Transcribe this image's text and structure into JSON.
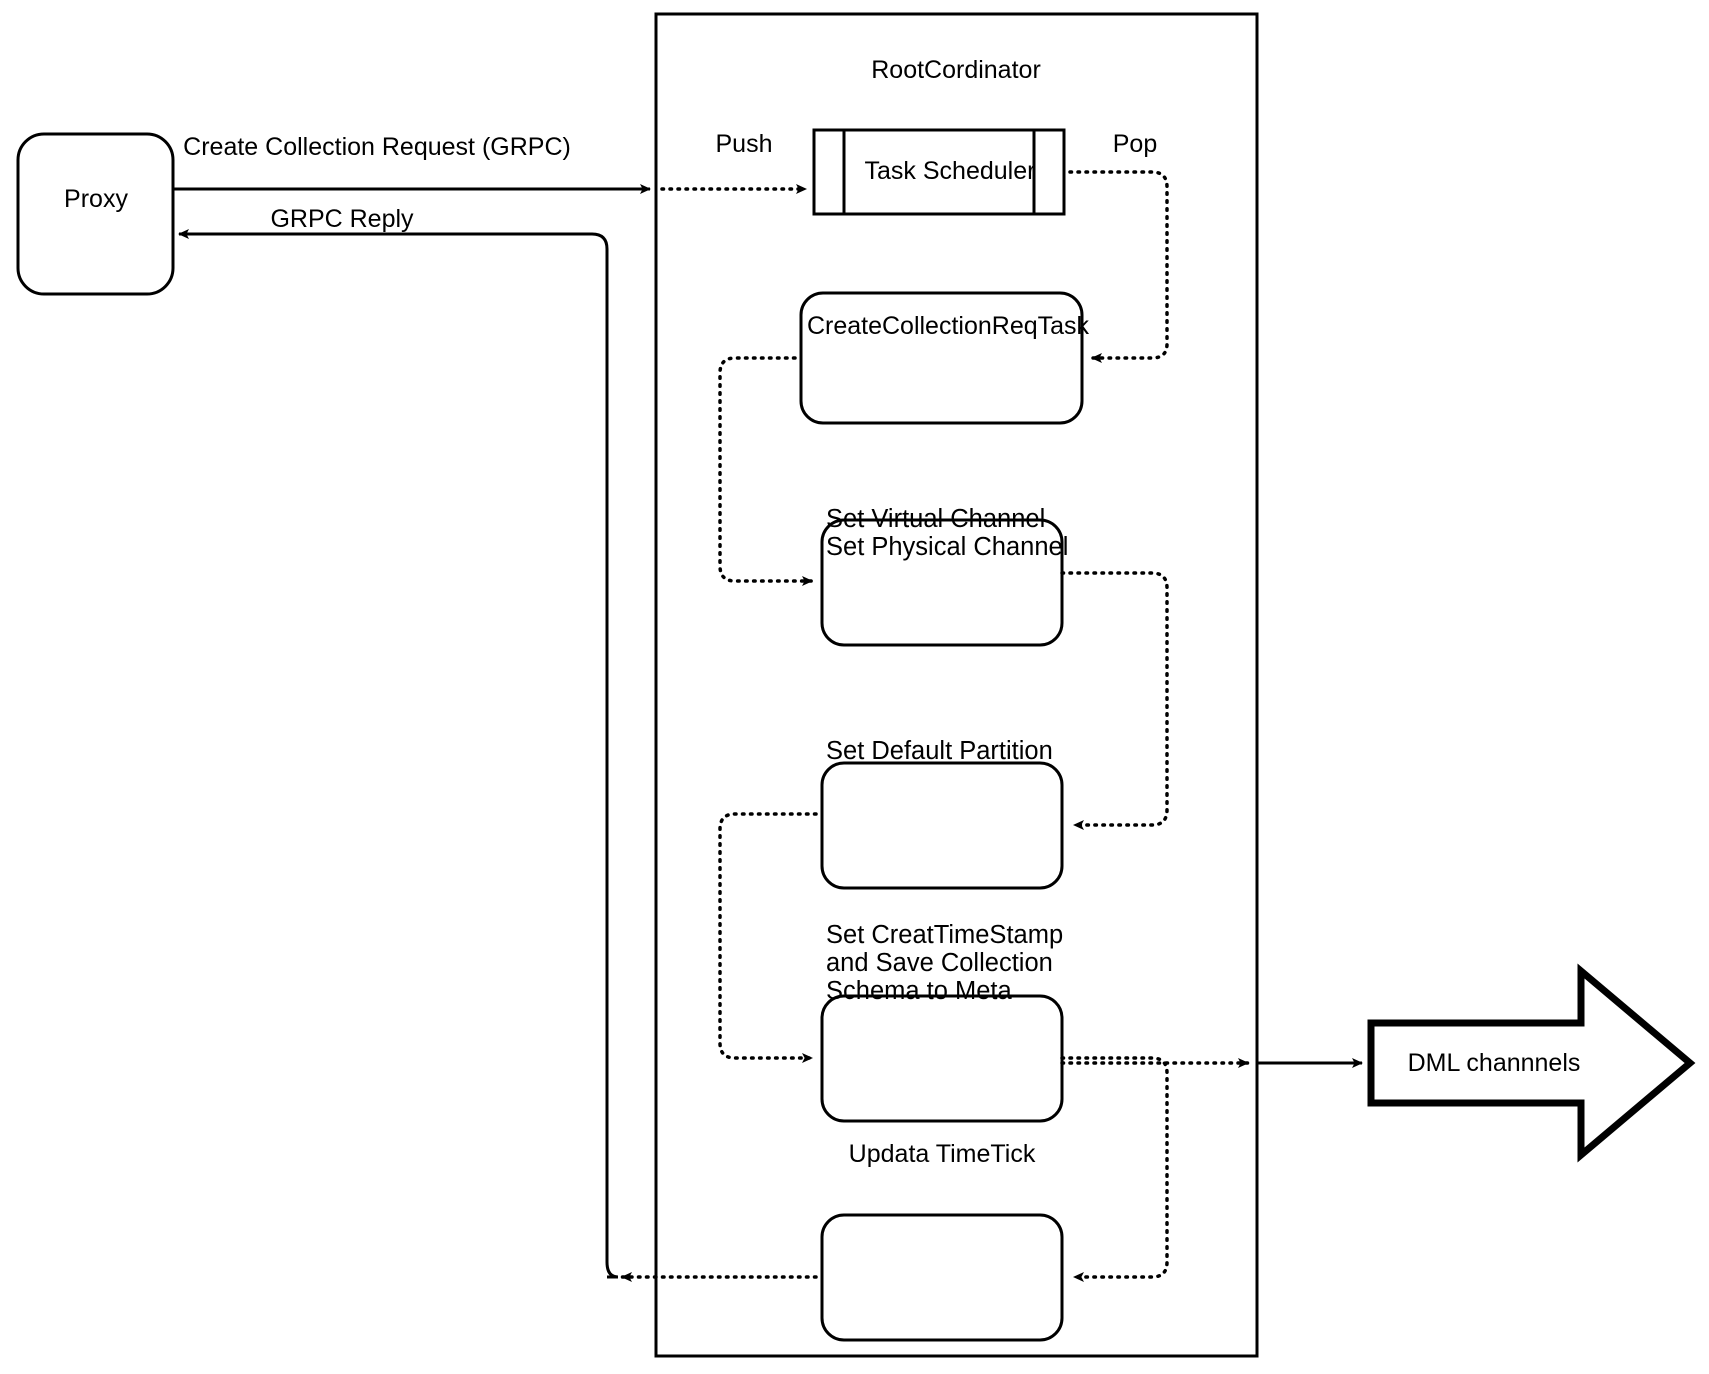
{
  "diagram": {
    "title_visible": false,
    "container": {
      "label": "RootCordinator"
    },
    "nodes": {
      "proxy": {
        "label": "Proxy",
        "shape": "rounded-rect"
      },
      "task_scheduler": {
        "label": "Task Scheduler",
        "shape": "queue-process"
      },
      "create_collection_req_task": {
        "label": "CreateCollectionReqTask",
        "shape": "rounded-rect"
      },
      "set_channels": {
        "line1": "Set Virtual Channel",
        "line2": "Set Physical Channel",
        "shape": "rounded-rect"
      },
      "set_default_partition": {
        "label": "Set Default Partition",
        "shape": "rounded-rect"
      },
      "set_timestamp": {
        "line1": "Set CreatTimeStamp",
        "line2": "and Save Collection",
        "line3": "Schema to Meta",
        "shape": "rounded-rect"
      },
      "update_timetick": {
        "label": "Updata TimeTick",
        "shape": "rounded-rect"
      },
      "dml_channels": {
        "label": "DML channnels",
        "shape": "block-arrow-right"
      }
    },
    "edge_labels": {
      "create_collection_request": "Create Collection Request (GRPC)",
      "grpc_reply": "GRPC Reply",
      "push": "Push",
      "pop": "Pop"
    },
    "colors": {
      "stroke": "#000000",
      "fill": "#ffffff",
      "background": "#ffffff"
    }
  }
}
